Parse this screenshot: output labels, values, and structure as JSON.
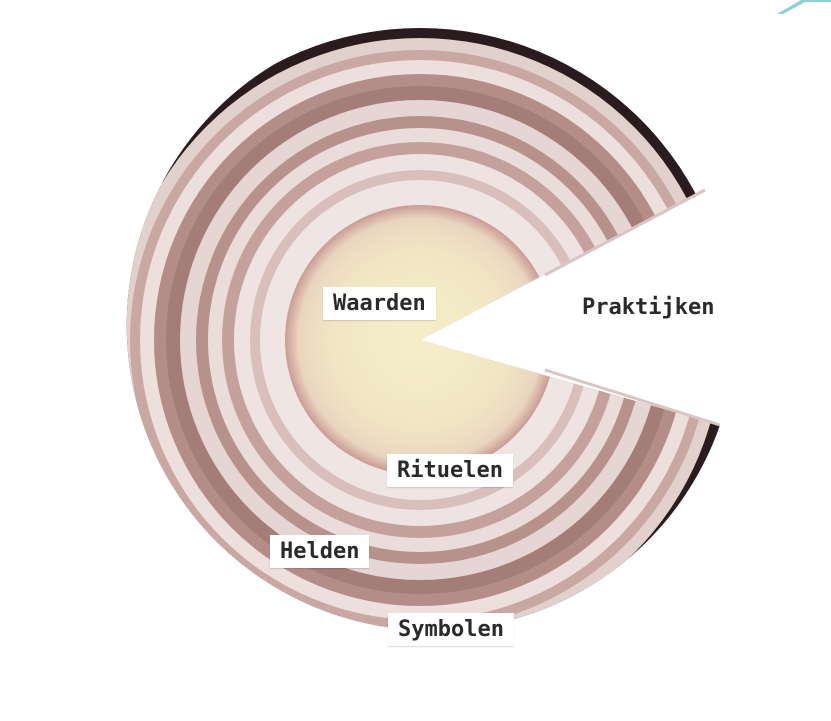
{
  "layers": [
    {
      "key": "symbols",
      "label": "Symbolen"
    },
    {
      "key": "heroes",
      "label": "Helden"
    },
    {
      "key": "rituals",
      "label": "Rituelen"
    },
    {
      "key": "values",
      "label": "Waarden"
    }
  ],
  "practices_label": "Praktijken",
  "colors": {
    "background": "#ffffff",
    "outer_skin": "#2a1c1e",
    "ring_dark": "#a57d78",
    "ring_light": "#e9dcd9",
    "core": "#f4ecc5",
    "corner_accent": "#8fd0d6"
  }
}
